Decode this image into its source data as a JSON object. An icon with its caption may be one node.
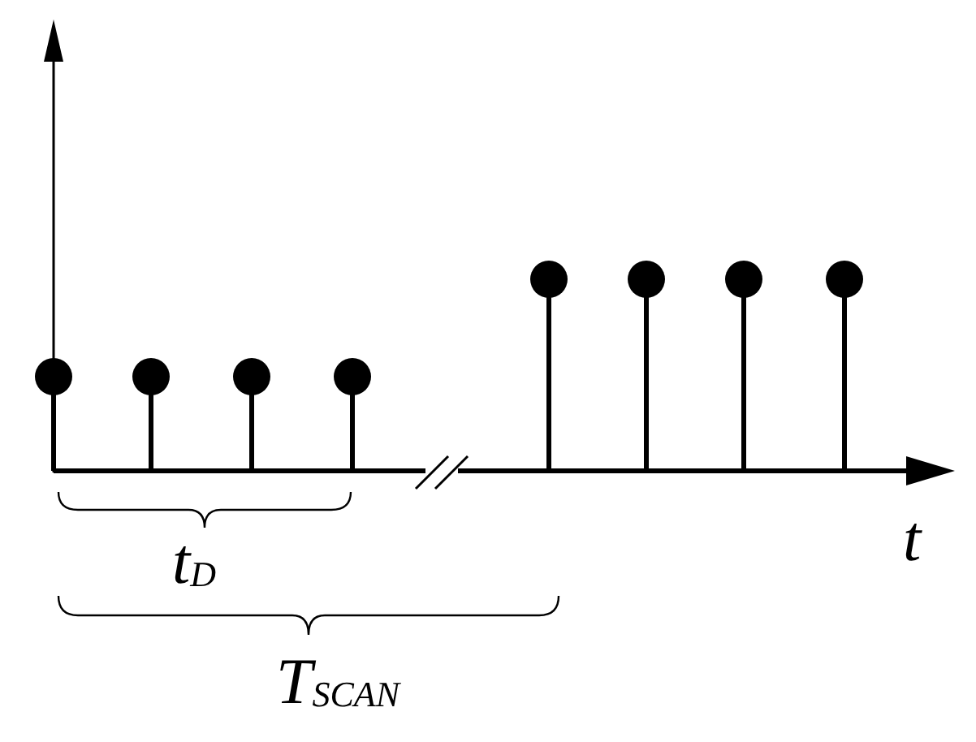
{
  "diagram": {
    "labels": [
      "t",
      "t$_{D}$",
      "T$_{SCAN}$"
    ]
  }
}
